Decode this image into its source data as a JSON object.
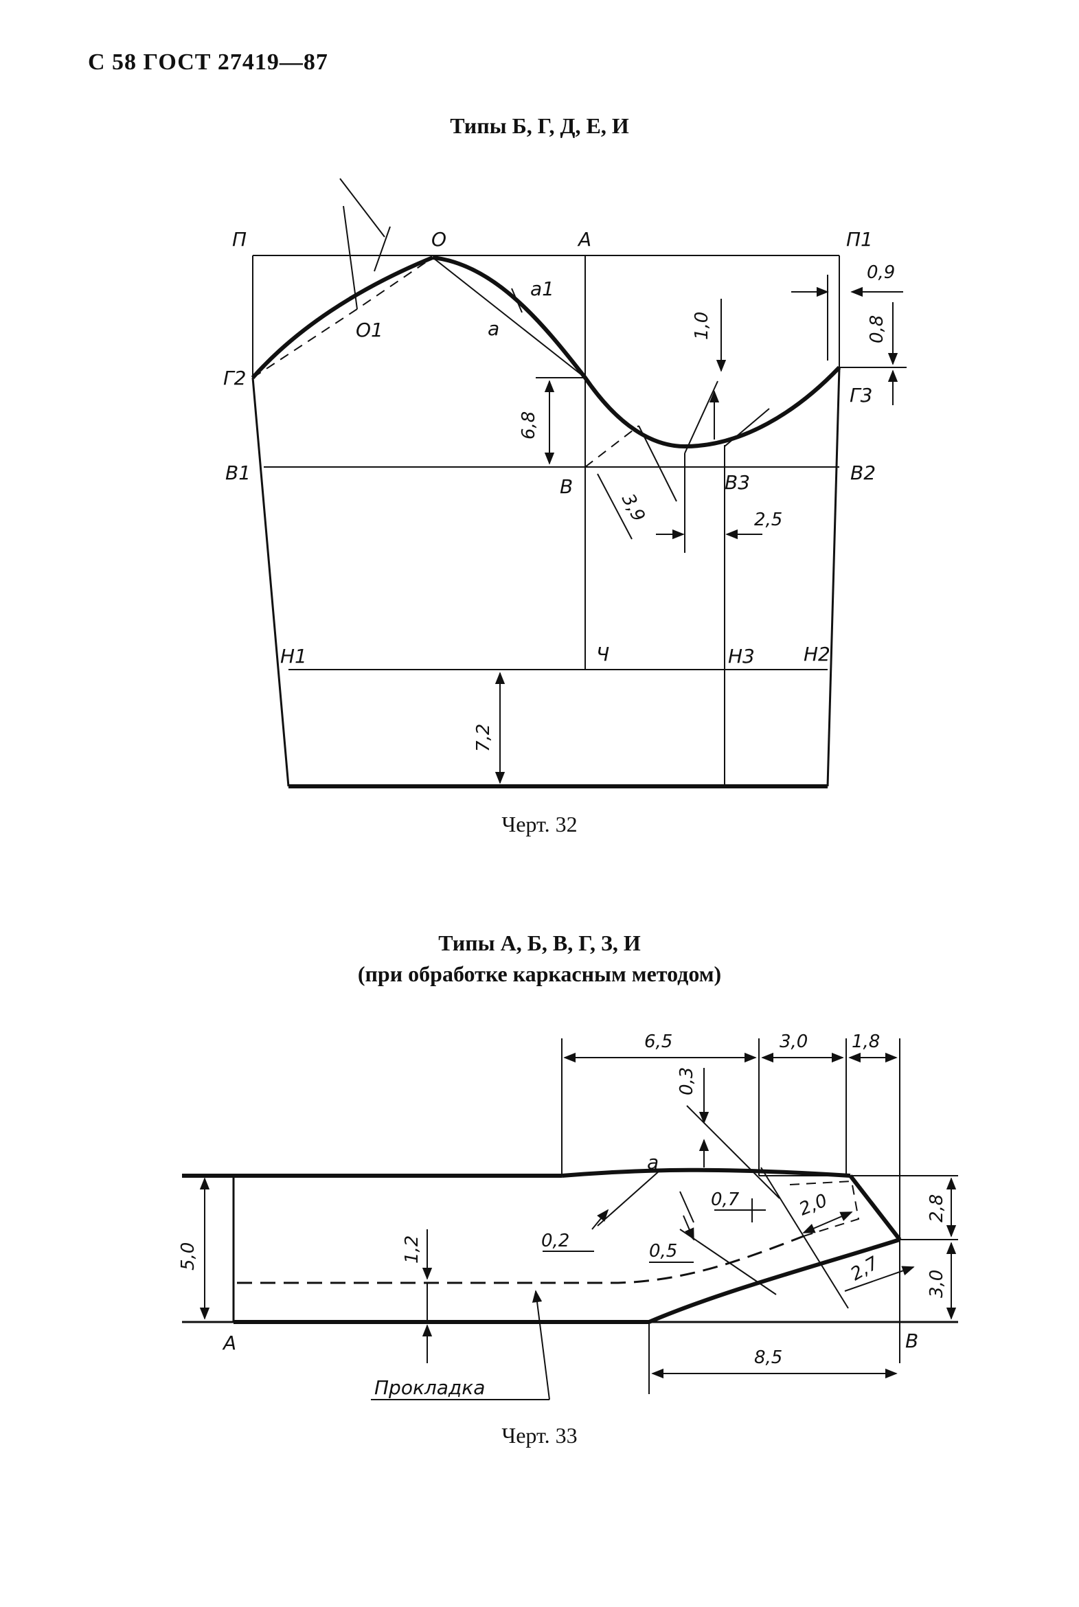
{
  "header": "С 58 ГОСТ 27419—87",
  "figure1": {
    "title": "Типы Б, Г, Д, Е, И",
    "caption": "Черт. 32",
    "points": {
      "P": "П",
      "O": "О",
      "A": "А",
      "P1": "П1",
      "G2": "Г2",
      "G3": "Г3",
      "O1": "О1",
      "a": "а",
      "a1": "а1",
      "V1": "В1",
      "V": "В",
      "V3": "В3",
      "V2": "В2",
      "N1": "Н1",
      "Ch": "Ч",
      "N3": "Н3",
      "N2": "Н2"
    },
    "dimensions": {
      "d09": "0,9",
      "d08": "0,8",
      "d10": "1,0",
      "d68": "6,8",
      "d39": "3,9",
      "d25": "2,5",
      "d72": "7,2"
    }
  },
  "figure2": {
    "title_line1": "Типы А, Б, В, Г, З, И",
    "title_line2": "(при обработке каркасным методом)",
    "caption": "Черт. 33",
    "points": {
      "A": "А",
      "B": "В",
      "a": "а"
    },
    "interlining_label": "Прокладка",
    "dimensions": {
      "d65": "6,5",
      "d30": "3,0",
      "d18": "1,8",
      "d03": "0,3",
      "d07": "0,7",
      "d20": "2,0",
      "d28": "2,8",
      "d50": "5,0",
      "d12": "1,2",
      "d02": "0,2",
      "d05": "0,5",
      "d27": "2,7",
      "d30b": "3,0",
      "d85": "8,5"
    }
  }
}
